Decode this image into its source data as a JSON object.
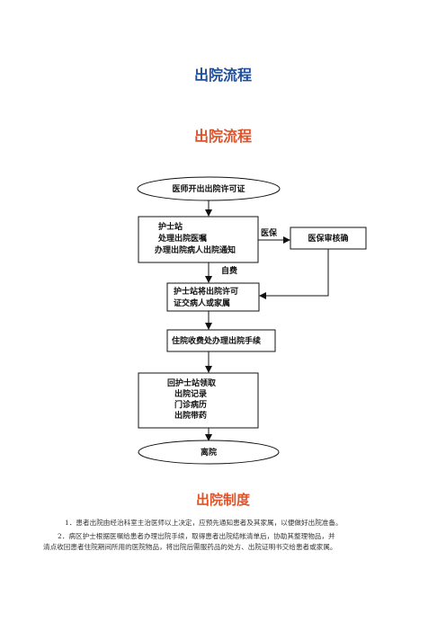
{
  "document": {
    "title": "出院流程",
    "flow_heading": "出院流程",
    "rules_heading": "出院制度"
  },
  "flowchart": {
    "start": "医师开出出院许可证",
    "nurse_station": [
      "护士站",
      "处理出院医嘱",
      "办理出院病人出院通知"
    ],
    "insurance_label": "医保",
    "insurance_review": "医保审核确",
    "self_pay_label": "自费",
    "hand_over": [
      "护士站将出院许可",
      "证交病人或家属"
    ],
    "checkout": "住院收费处办理出院手续",
    "return_station": [
      "回护士站领取",
      "出院记录",
      "门诊病历",
      "出院带药"
    ],
    "end": "离院"
  },
  "rules": [
    "1．患者出院由经治科室主治医师以上决定，应预先通知患者及其家属，以便做好出院准备。",
    "2．病区护士根据医嘱给患者办理出院手续，取得患者出院结帐清单后，协助其整理物品，并",
    "清点收回患者住院期间所用的医院物品，将出院后需服药品的处方、出院证明书交给患者或家属。"
  ]
}
